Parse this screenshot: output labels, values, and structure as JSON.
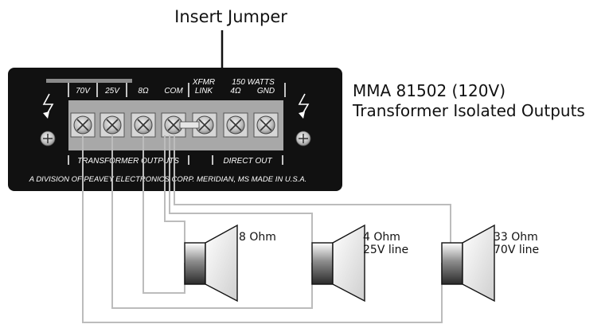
{
  "title": "Insert Jumper",
  "model": {
    "line1": "MMA 81502 (120V)",
    "line2": "Transformer Isolated Outputs"
  },
  "panel": {
    "power": "150 WATTS",
    "terminals": [
      {
        "label": "70V"
      },
      {
        "label": "25V"
      },
      {
        "label": "8Ω"
      },
      {
        "label": "COM"
      },
      {
        "label": "XFMR LINK",
        "label_line1": "XFMR",
        "label_line2": "LINK"
      },
      {
        "label": "4Ω"
      },
      {
        "label": "GND"
      }
    ],
    "groups": {
      "transformer": "TRANSFORMER OUTPUTS",
      "direct": "DIRECT OUT"
    },
    "division": "A DIVISION OF PEAVEY ELECTRONICS CORP.  MERIDIAN, MS  MADE IN U.S.A."
  },
  "speakers": [
    {
      "line1": "8 Ohm",
      "line2": ""
    },
    {
      "line1": "4 Ohm",
      "line2": "25V line"
    },
    {
      "line1": "33 Ohm",
      "line2": "70V line"
    }
  ],
  "colors": {
    "panel": "#111111",
    "wire": "#bcbcbc",
    "text": "#111111"
  },
  "icons": [
    "lightning-warning-icon",
    "screw-icon"
  ]
}
